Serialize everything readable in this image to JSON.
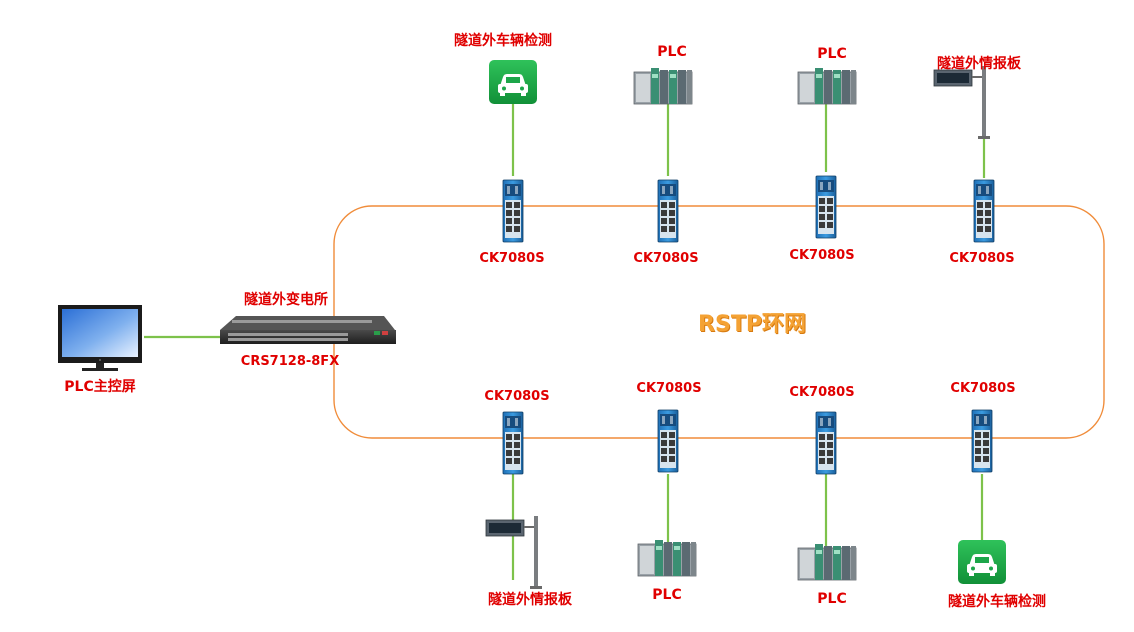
{
  "ring": {
    "title": "RSTP环网",
    "color": "#f08c3a"
  },
  "core": {
    "label": "隧道外变电所",
    "model": "CRS7128-8FX"
  },
  "monitor": {
    "label": "PLC主控屏"
  },
  "link_color": "#7dc24b",
  "top_nodes": [
    {
      "device": "隧道外车辆检测",
      "device_icon": "car-icon",
      "switch": "CK7080S"
    },
    {
      "device": "PLC",
      "device_icon": "plc-rack-icon",
      "switch": "CK7080S"
    },
    {
      "device": "PLC",
      "device_icon": "plc-rack-icon",
      "switch": "CK7080S"
    },
    {
      "device": "隧道外情报板",
      "device_icon": "info-board-icon",
      "switch": "CK7080S"
    }
  ],
  "bottom_nodes": [
    {
      "device": "隧道外情报板",
      "device_icon": "info-board-icon",
      "switch": "CK7080S"
    },
    {
      "device": "PLC",
      "device_icon": "plc-rack-icon",
      "switch": "CK7080S"
    },
    {
      "device": "PLC",
      "device_icon": "plc-rack-icon",
      "switch": "CK7080S"
    },
    {
      "device": "隧道外车辆检测",
      "device_icon": "car-icon",
      "switch": "CK7080S"
    }
  ]
}
